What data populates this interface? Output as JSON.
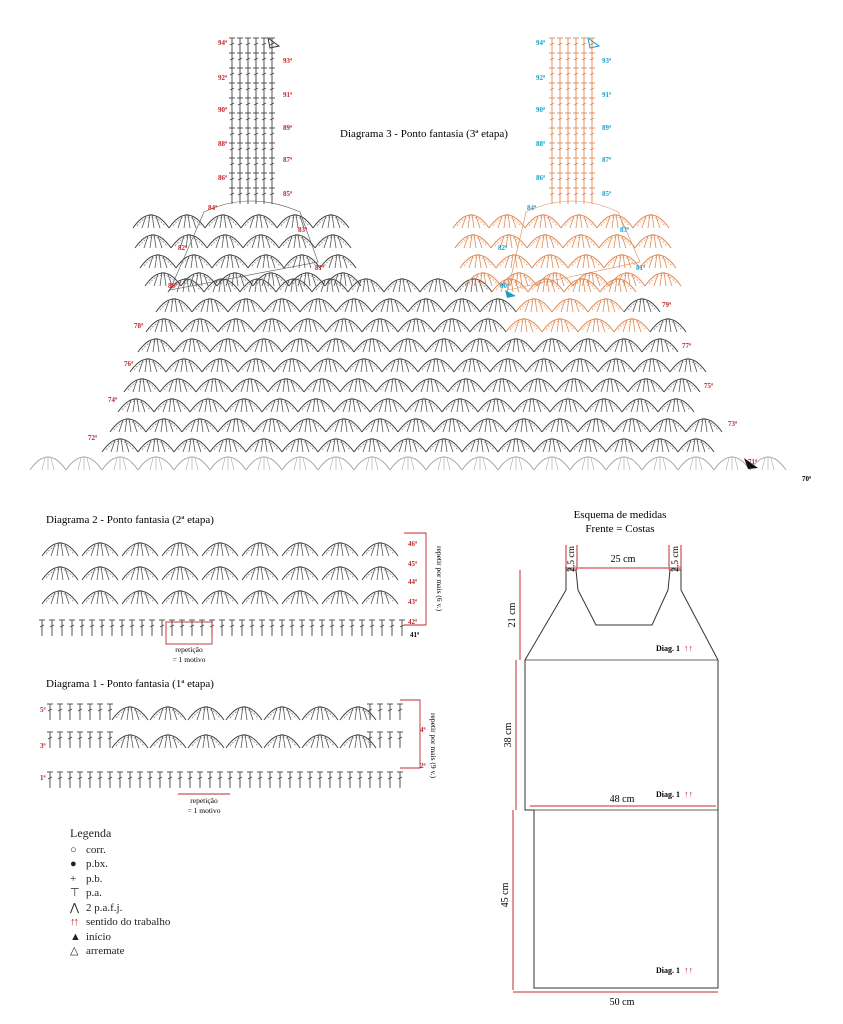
{
  "diagram3": {
    "title": "Diagrama 3 - Ponto fantasia (3ª etapa)",
    "rows_left": [
      "94ª",
      "92ª",
      "90ª",
      "88ª",
      "86ª",
      "84ª",
      "82ª",
      "80ª",
      "78ª",
      "76ª",
      "74ª",
      "72ª"
    ],
    "rows_right_upper_left": [
      "93ª",
      "91ª",
      "89ª",
      "87ª",
      "85ª",
      "83ª",
      "81ª"
    ],
    "rows_right": [
      "79ª",
      "77ª",
      "75ª",
      "73ª",
      "71ª"
    ],
    "row_70": "70ª",
    "strap_right_even": [
      "94ª",
      "92ª",
      "90ª",
      "88ª",
      "86ª",
      "84ª",
      "82ª",
      "80ª"
    ],
    "strap_right_odd": [
      "93ª",
      "91ª",
      "89ª",
      "87ª",
      "85ª",
      "83ª",
      "81ª"
    ]
  },
  "diagram2": {
    "title": "Diagrama 2 - Ponto fantasia (2ª etapa)",
    "rows": [
      "46ª",
      "45ª",
      "44ª",
      "43ª",
      "42ª"
    ],
    "row_41": "41ª",
    "repeat_side": "repetir por mais (6 v.)",
    "repeat_bottom": [
      "repetição",
      "= 1 motivo"
    ]
  },
  "diagram1": {
    "title": "Diagrama 1 - Ponto fantasia (1ª etapa)",
    "rows_left": [
      "5ª",
      "3ª",
      "1ª"
    ],
    "rows_right": [
      "4ª",
      "2ª"
    ],
    "repeat_side": "repetir por mais (9 v.)",
    "repeat_bottom": [
      "repetição",
      "= 1 motivo"
    ]
  },
  "schema": {
    "title": "Esquema de medidas",
    "subtitle": "Frente = Costas",
    "strap_left": "2,5 cm",
    "strap_right": "2,5 cm",
    "neck": "25 cm",
    "h1": "21 cm",
    "h2": "38 cm",
    "h3": "45 cm",
    "w1": "48 cm",
    "w2": "50 cm",
    "diag1": "Diag. 1",
    "diag_arrows": "↑↑"
  },
  "legend": {
    "title": "Legenda",
    "items": [
      {
        "icon": "chain-stitch-icon",
        "symbol": "○",
        "label": "corr."
      },
      {
        "icon": "slip-stitch-icon",
        "symbol": "●",
        "label": "p.bx."
      },
      {
        "icon": "single-crochet-icon",
        "symbol": "+",
        "label": "p.b."
      },
      {
        "icon": "double-crochet-icon",
        "symbol": "⊤",
        "label": "p.a."
      },
      {
        "icon": "dc2tog-icon",
        "symbol": "⋀",
        "label": "2 p.a.f.j."
      },
      {
        "icon": "work-direction-icon",
        "symbol": "↑↑",
        "label": "sentido do trabalho"
      },
      {
        "icon": "start-icon",
        "symbol": "▲",
        "label": "início"
      },
      {
        "icon": "finish-icon",
        "symbol": "△",
        "label": "arremate"
      }
    ]
  },
  "colors": {
    "red": "#c0282d",
    "blue": "#1aa0c8",
    "orange": "#e08a55",
    "ink": "#333333"
  }
}
